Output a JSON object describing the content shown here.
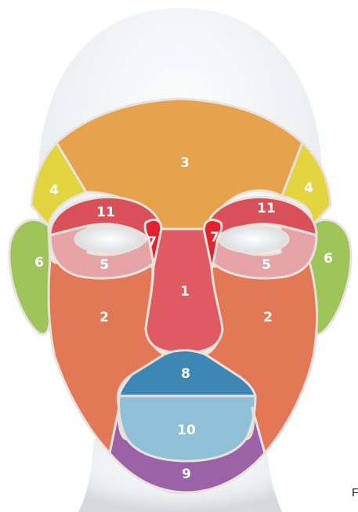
{
  "figure": {
    "corner_text": "F",
    "zones": [
      {
        "id": "nose",
        "label": "1",
        "color": "#e05a64"
      },
      {
        "id": "cheek-left",
        "label": "2",
        "color": "#e27856"
      },
      {
        "id": "cheek-right",
        "label": "2",
        "color": "#e27856"
      },
      {
        "id": "forehead",
        "label": "3",
        "color": "#e7a24e"
      },
      {
        "id": "temple-left",
        "label": "4",
        "color": "#e2d53f"
      },
      {
        "id": "temple-right",
        "label": "4",
        "color": "#e2d53f"
      },
      {
        "id": "lower-eyelid-left",
        "label": "5",
        "color": "#e6a3a8"
      },
      {
        "id": "lower-eyelid-right",
        "label": "5",
        "color": "#e6a3a8"
      },
      {
        "id": "ear-left",
        "label": "6",
        "color": "#9fc459"
      },
      {
        "id": "ear-right",
        "label": "6",
        "color": "#9fc459"
      },
      {
        "id": "inner-canthus-left",
        "label": "7",
        "color": "#e0232f"
      },
      {
        "id": "inner-canthus-right",
        "label": "7",
        "color": "#e0232f"
      },
      {
        "id": "upper-lip",
        "label": "8",
        "color": "#3e86b3"
      },
      {
        "id": "chin",
        "label": "9",
        "color": "#9b62a8"
      },
      {
        "id": "lower-lip",
        "label": "10",
        "color": "#8fc0d8"
      },
      {
        "id": "upper-eyelid-left",
        "label": "11",
        "color": "#d9505b"
      },
      {
        "id": "upper-eyelid-right",
        "label": "11",
        "color": "#d9505b"
      }
    ]
  }
}
